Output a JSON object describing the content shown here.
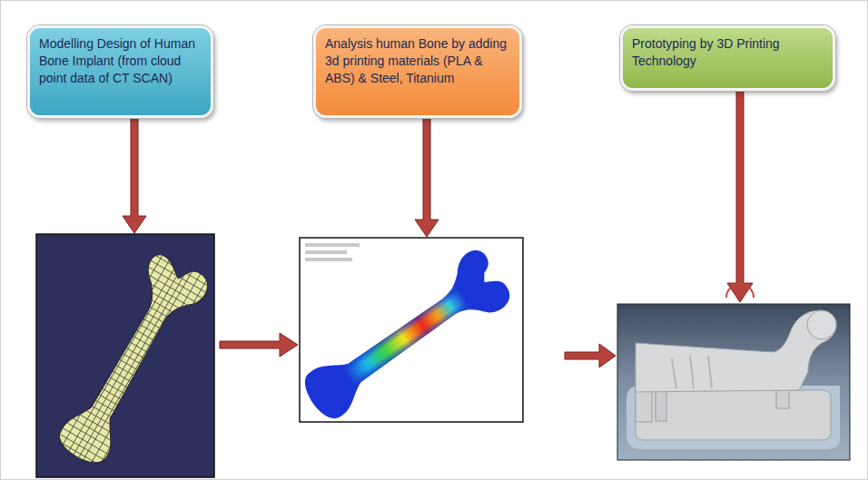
{
  "diagram": {
    "nodes": [
      {
        "text": [
          "Modelling Design of Human Bone Implant (from cloud point data of CT SCAN)"
        ]
      },
      {
        "text": [
          "Analysis human Bone by adding 3d printing materials (PLA & ABS) & Steel, Titanium"
        ]
      },
      {
        "text": [
          "Prototyping by 3D Printing Technology"
        ]
      }
    ]
  }
}
